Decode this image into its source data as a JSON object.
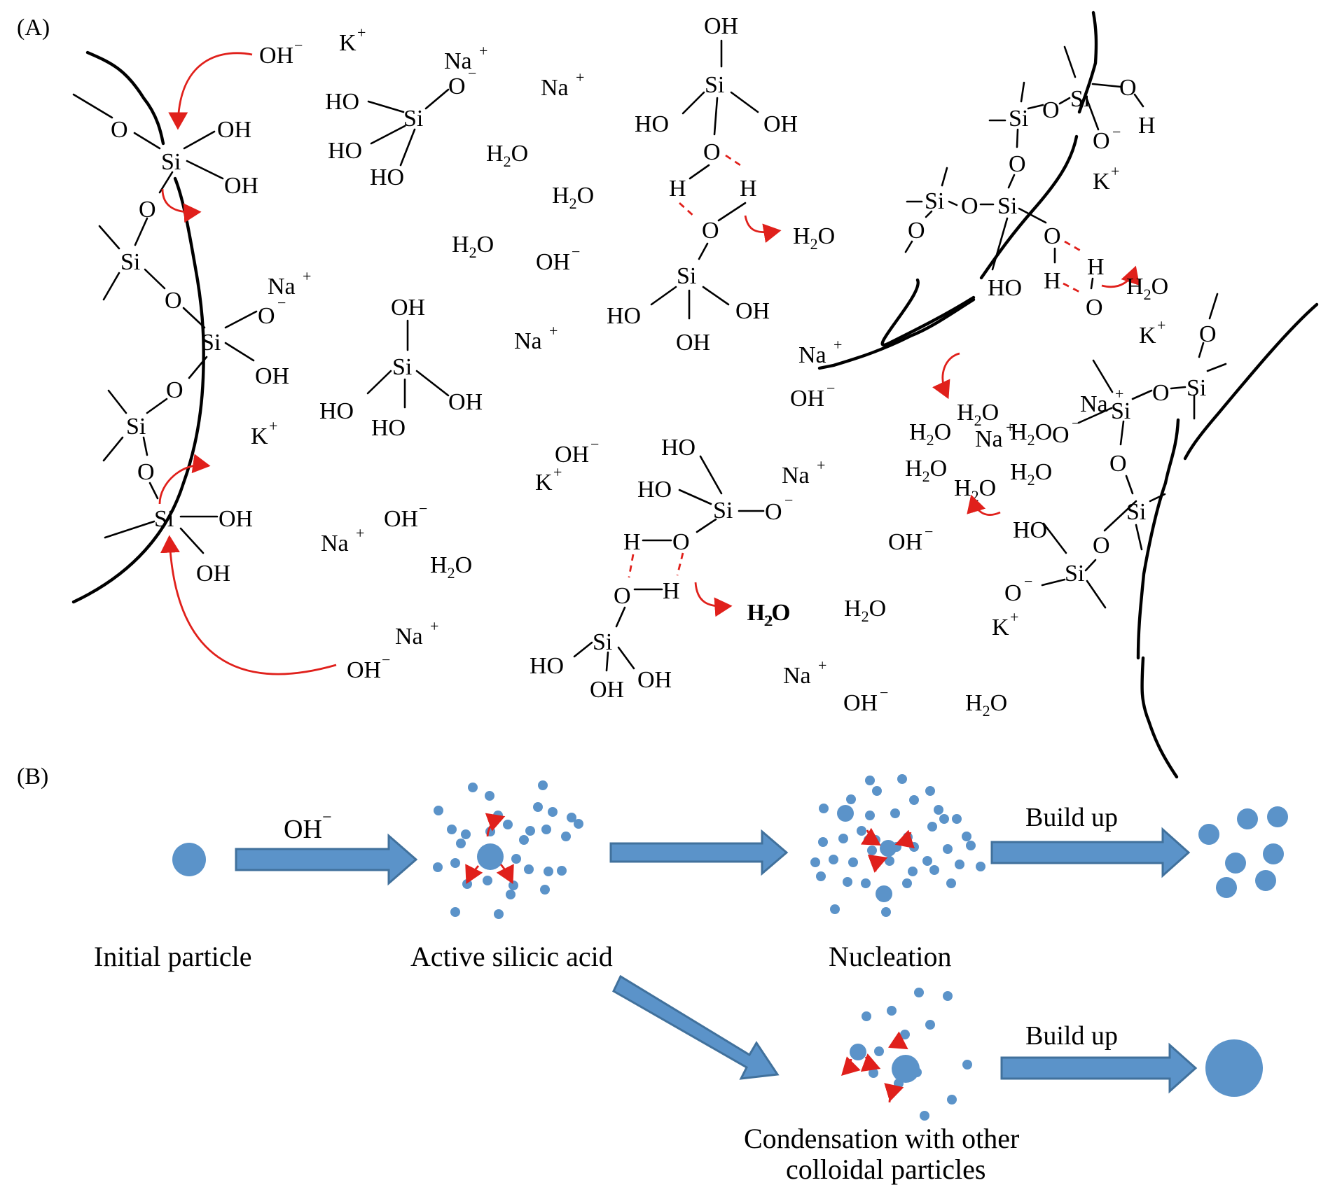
{
  "panels": {
    "a_label": "(A)",
    "b_label": "(B)"
  },
  "species": {
    "oh_minus": "OH",
    "h2o_h": "H",
    "h2o_sub": "2",
    "h2o_o": "O",
    "k_plus": "K",
    "na_plus": "Na",
    "plus": "+",
    "minus": "−",
    "si": "Si",
    "o": "O",
    "h": "H",
    "oh": "OH",
    "ho": "HO"
  },
  "process": {
    "reagent_label": "OH",
    "reagent_charge": "−",
    "stage_labels": {
      "initial": "Initial particle",
      "active": "Active silicic acid",
      "nucleation": "Nucleation",
      "condensation_line1": "Condensation with other",
      "condensation_line2": "colloidal particles"
    },
    "build_up_1": "Build up",
    "build_up_2": "Build up"
  },
  "colors": {
    "particle": "#5b93c9",
    "arrow_border": "#41719c",
    "reaction_arrow": "#e0201b",
    "bond": "#000000"
  }
}
